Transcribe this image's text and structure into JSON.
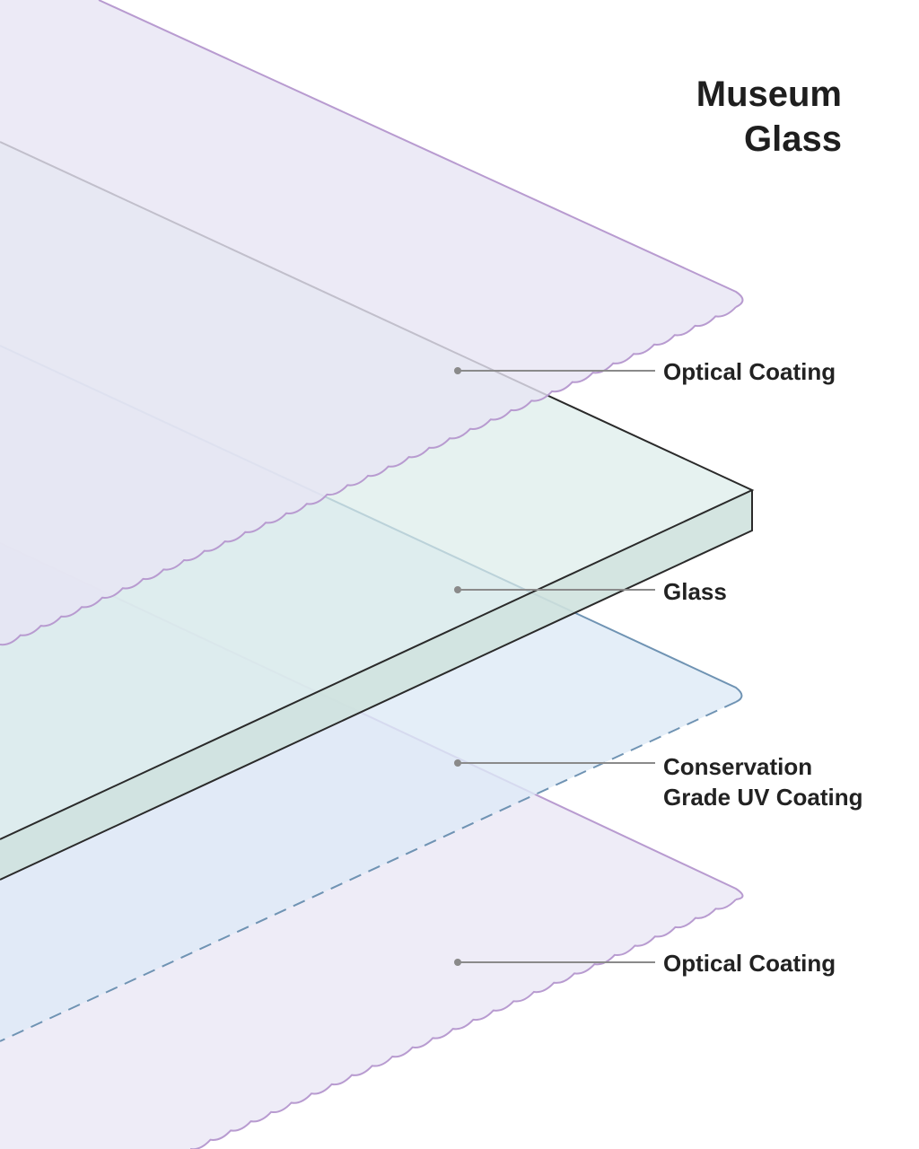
{
  "title": {
    "line1": "Museum",
    "line2": "Glass"
  },
  "layers": [
    {
      "id": "top-optical-coating",
      "label_lines": [
        "Optical Coating"
      ]
    },
    {
      "id": "glass",
      "label_lines": [
        "Glass"
      ]
    },
    {
      "id": "uv-coating",
      "label_lines": [
        "Conservation",
        "Grade UV Coating"
      ]
    },
    {
      "id": "bottom-optical-coating",
      "label_lines": [
        "Optical Coating"
      ]
    }
  ],
  "colors": {
    "optical_fill": "#ebe9f6",
    "optical_edge": "#b89bd0",
    "glass_top_fill": "#dcece9",
    "glass_side_fill": "#cfe2de",
    "glass_edge": "#2a2a2a",
    "uv_fill": "#ddeaf6",
    "uv_edge": "#6f93b3",
    "leader": "#8a8a8a",
    "text": "#222222"
  }
}
